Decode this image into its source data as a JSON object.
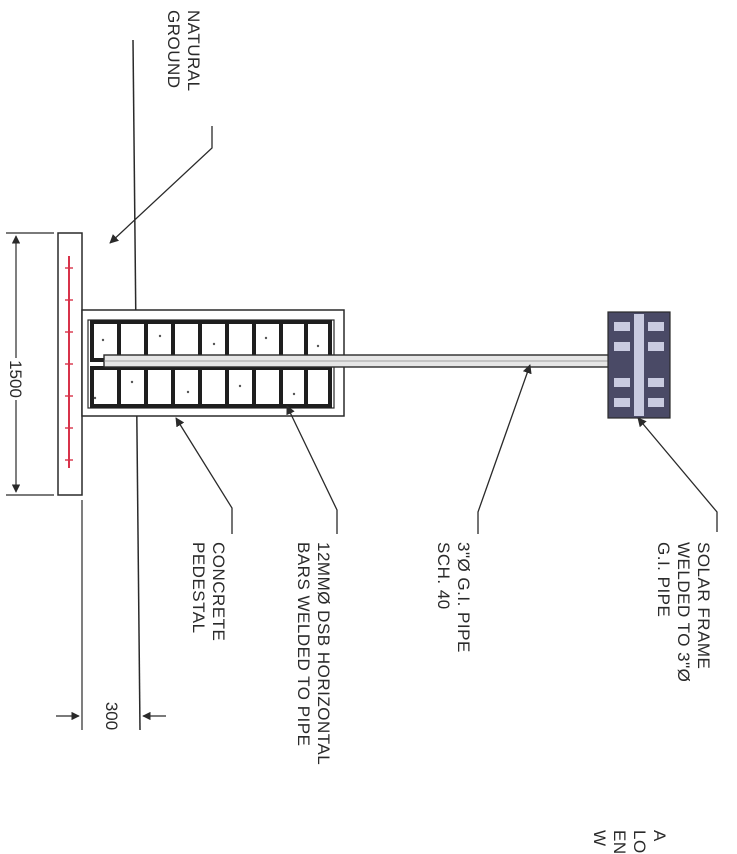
{
  "labels": {
    "natural_ground": [
      "NATURAL",
      "GROUND"
    ],
    "concrete_pedestal": [
      "CONCRETE",
      "PEDESTAL"
    ],
    "horizontal_bars": [
      "12MMØ DSB HORIZONTAL",
      "BARS WELDED TO PIPE"
    ],
    "gi_pipe": [
      "3\"Ø G.I. PIPE",
      "SCH. 40"
    ],
    "solar_frame": [
      "SOLAR FRAME",
      "WELDED TO 3\"Ø",
      "G.I. PIPE"
    ],
    "partial_note": [
      "W",
      "EN",
      "LO",
      "A"
    ]
  },
  "dimensions": {
    "footing_width": "1500",
    "embedment_depth": "300"
  },
  "colors": {
    "line": "#2a2a2a",
    "base_rebar": "#d8324a",
    "frame_fill": "#4a4a66",
    "frame_highlight": "#c9cbe0"
  }
}
